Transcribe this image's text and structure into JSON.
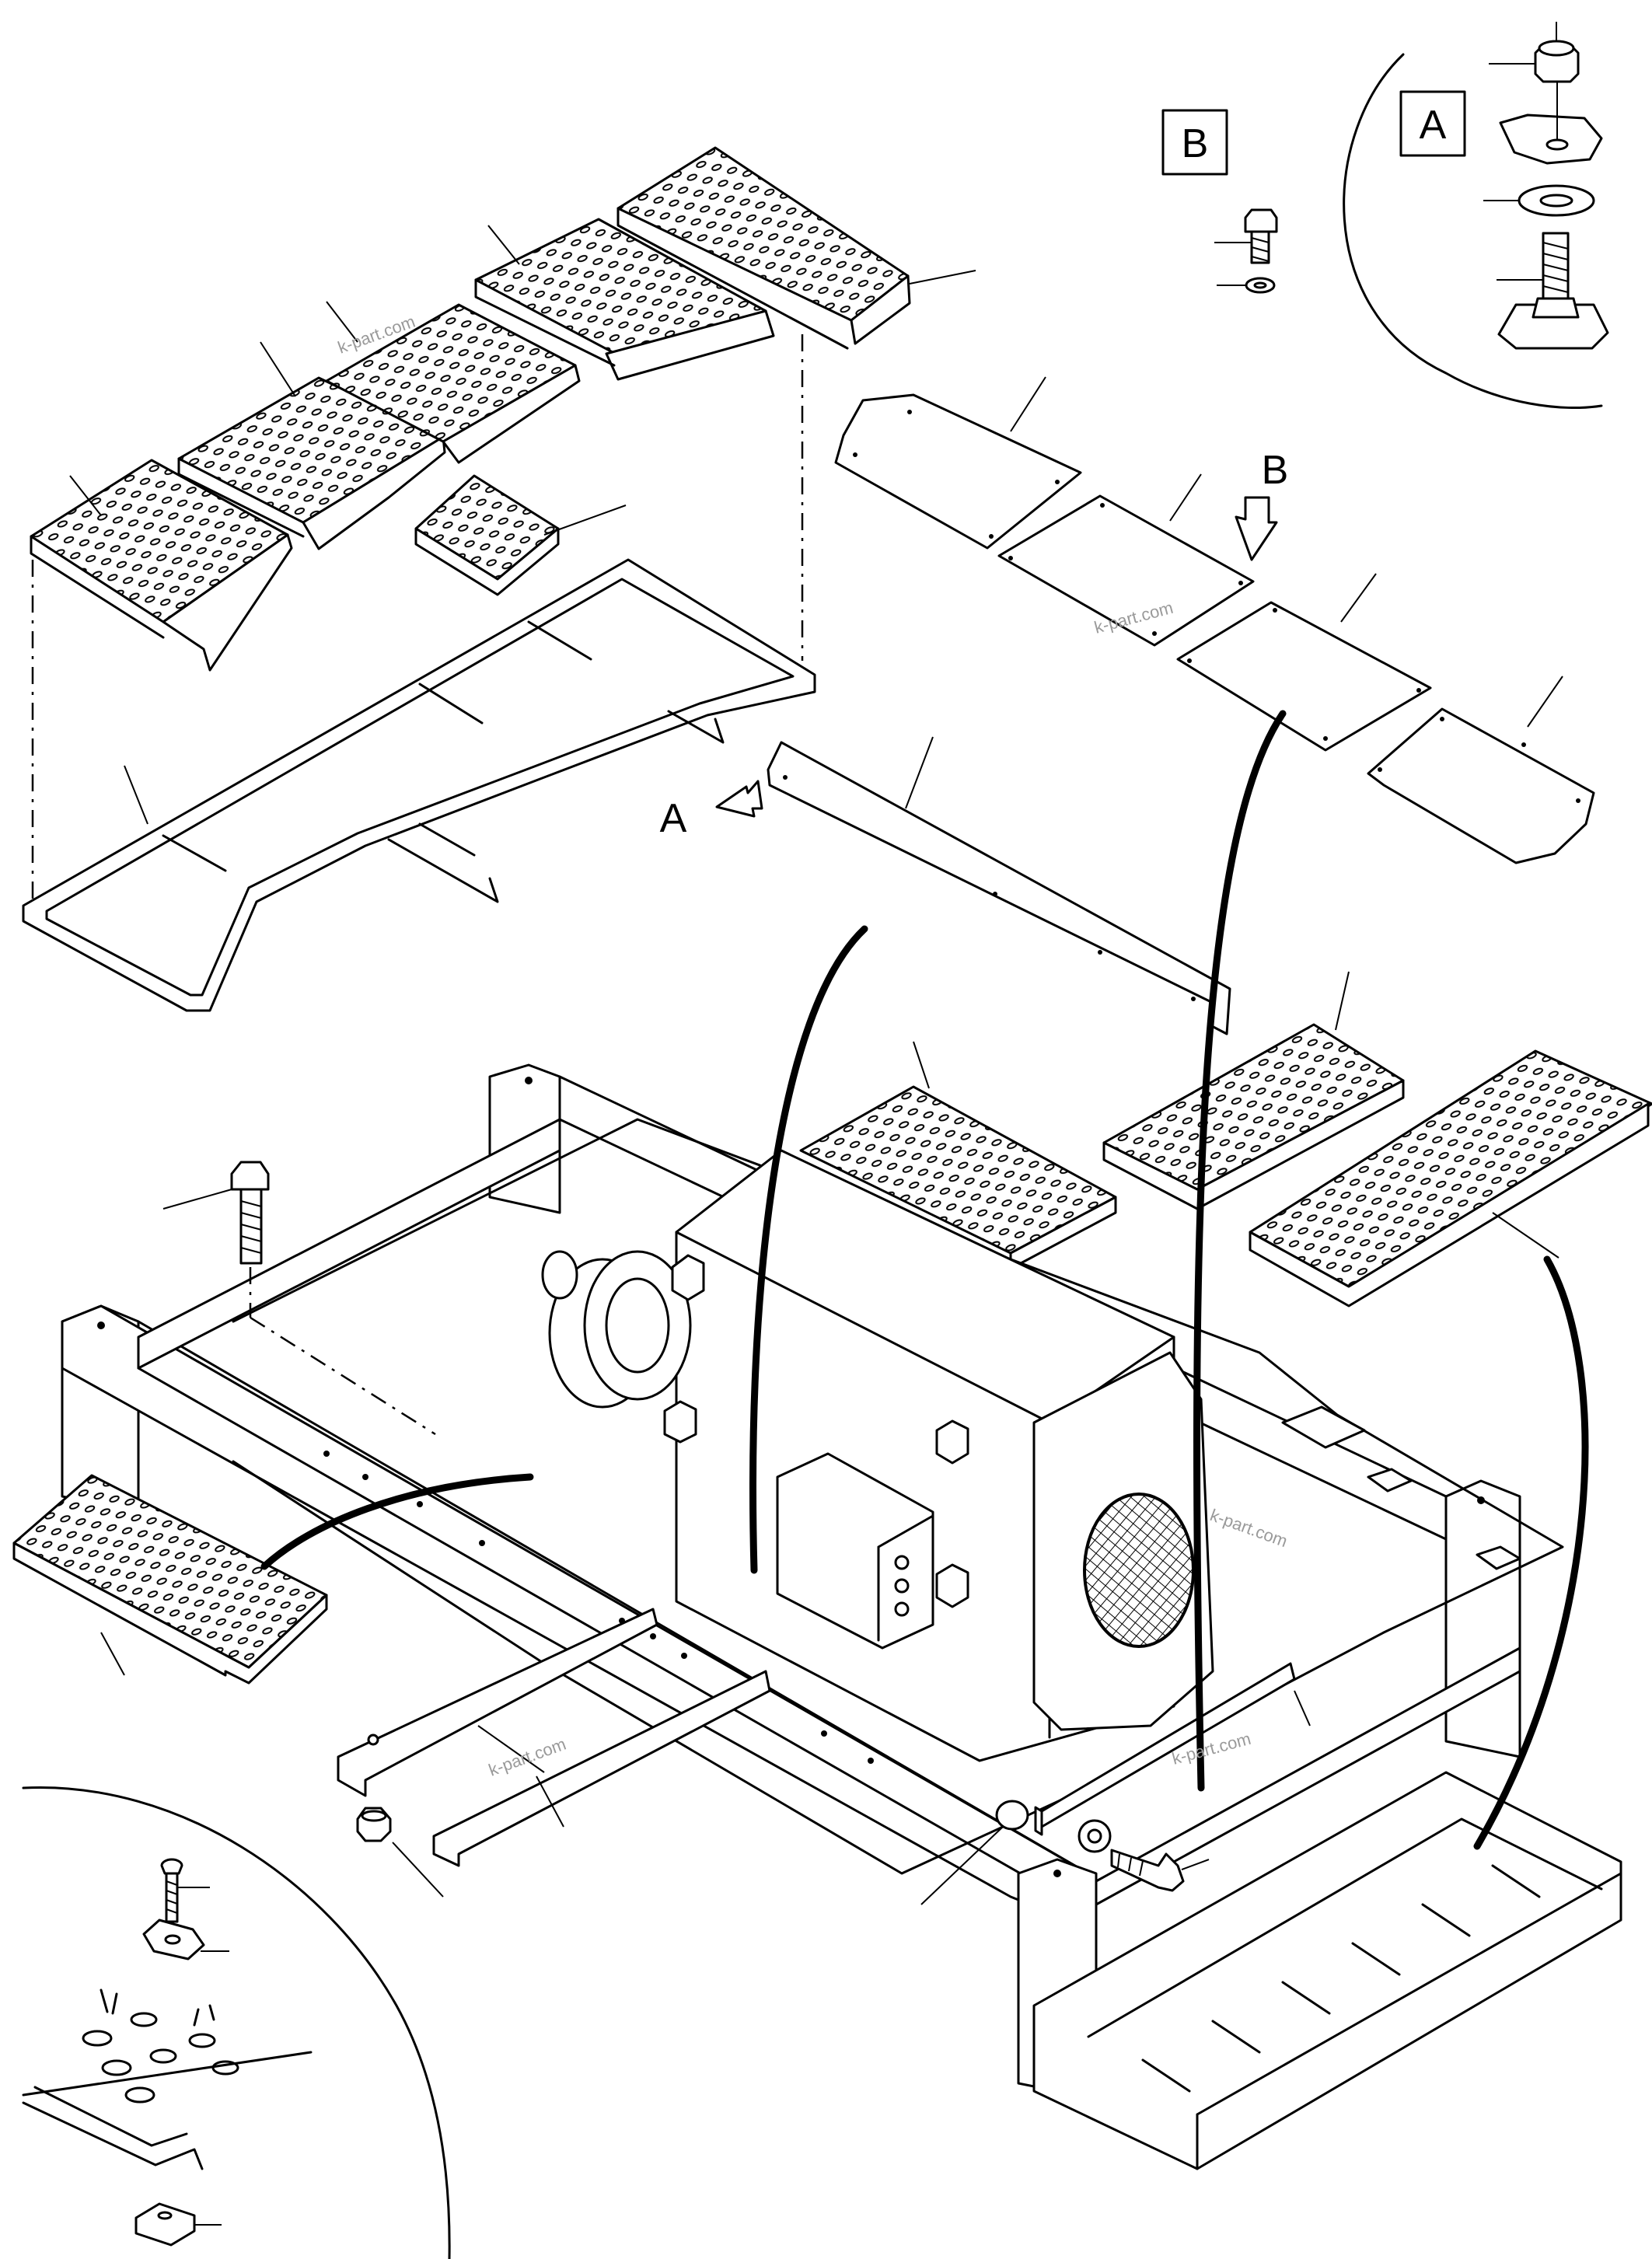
{
  "labels": {
    "view_a": "A",
    "view_b": "B",
    "arrow_a": "A",
    "arrow_b": "B"
  },
  "watermark": "k-part.com",
  "colors": {
    "line": "#000000",
    "background": "#ffffff",
    "watermark": "#9a9a9a"
  }
}
